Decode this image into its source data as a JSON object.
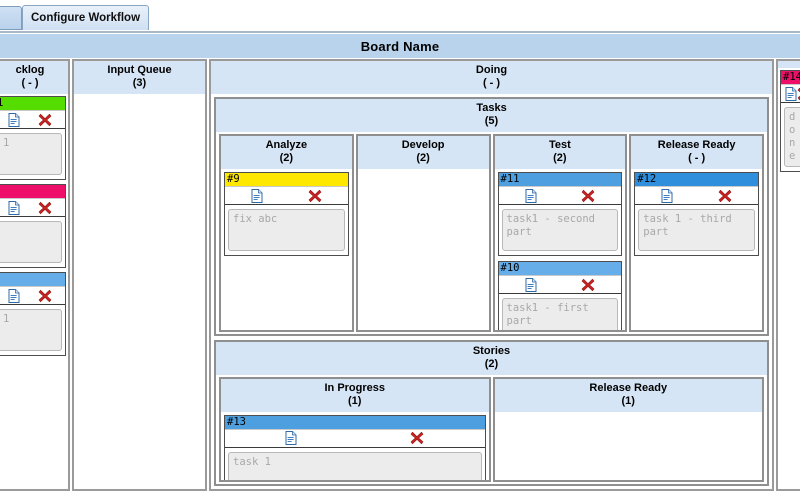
{
  "tabs": {
    "stub_label": "",
    "active_label": "Configure Workflow"
  },
  "board": {
    "title": "Board Name"
  },
  "lanes": {
    "backlog": {
      "title": "cklog",
      "count": "( - )",
      "cards": [
        {
          "id": "1",
          "header_color": "#55dd00",
          "body": "1"
        },
        {
          "id": "",
          "header_color": "#ed0f69",
          "body": ""
        },
        {
          "id": "",
          "header_color": "#66aeea",
          "body": "1"
        }
      ]
    },
    "input_queue": {
      "title": "Input Queue",
      "count": "(3)",
      "cards": []
    },
    "doing": {
      "title": "Doing",
      "count": "( - )",
      "sections": {
        "tasks": {
          "title": "Tasks",
          "count": "(5)",
          "columns": [
            {
              "title": "Analyze",
              "count": "(2)",
              "cards": [
                {
                  "id": "#9",
                  "header_color": "#ffe800",
                  "body": "fix abc"
                }
              ]
            },
            {
              "title": "Develop",
              "count": "(2)",
              "cards": []
            },
            {
              "title": "Test",
              "count": "(2)",
              "cards": [
                {
                  "id": "#11",
                  "header_color": "#4d9fe0",
                  "body": "task1 - second part"
                },
                {
                  "id": "#10",
                  "header_color": "#66aeea",
                  "body": "task1 - first part"
                }
              ]
            },
            {
              "title": "Release Ready",
              "count": "( - )",
              "cards": [
                {
                  "id": "#12",
                  "header_color": "#2f8fdc",
                  "body": "task 1 - third part"
                }
              ]
            }
          ]
        },
        "stories": {
          "title": "Stories",
          "count": "(2)",
          "columns": [
            {
              "title": "In Progress",
              "count": "(1)",
              "cards": [
                {
                  "id": "#13",
                  "header_color": "#4d9fe0",
                  "body": "task 1"
                }
              ]
            },
            {
              "title": "Release Ready",
              "count": "(1)",
              "cards": []
            }
          ]
        }
      }
    },
    "done": {
      "title": "",
      "count": "",
      "cards": [
        {
          "id": "#14",
          "header_color": "#ed0f69",
          "body": "done"
        }
      ]
    }
  },
  "icons": {
    "document": "document-icon",
    "delete": "delete-x-icon"
  },
  "colors": {
    "header_band": "#b9d3ec",
    "panel_header": "#d6e5f5",
    "card_body_bg": "#ececec",
    "card_body_text": "#a8a8a8",
    "delete_icon": "#cc2222"
  }
}
